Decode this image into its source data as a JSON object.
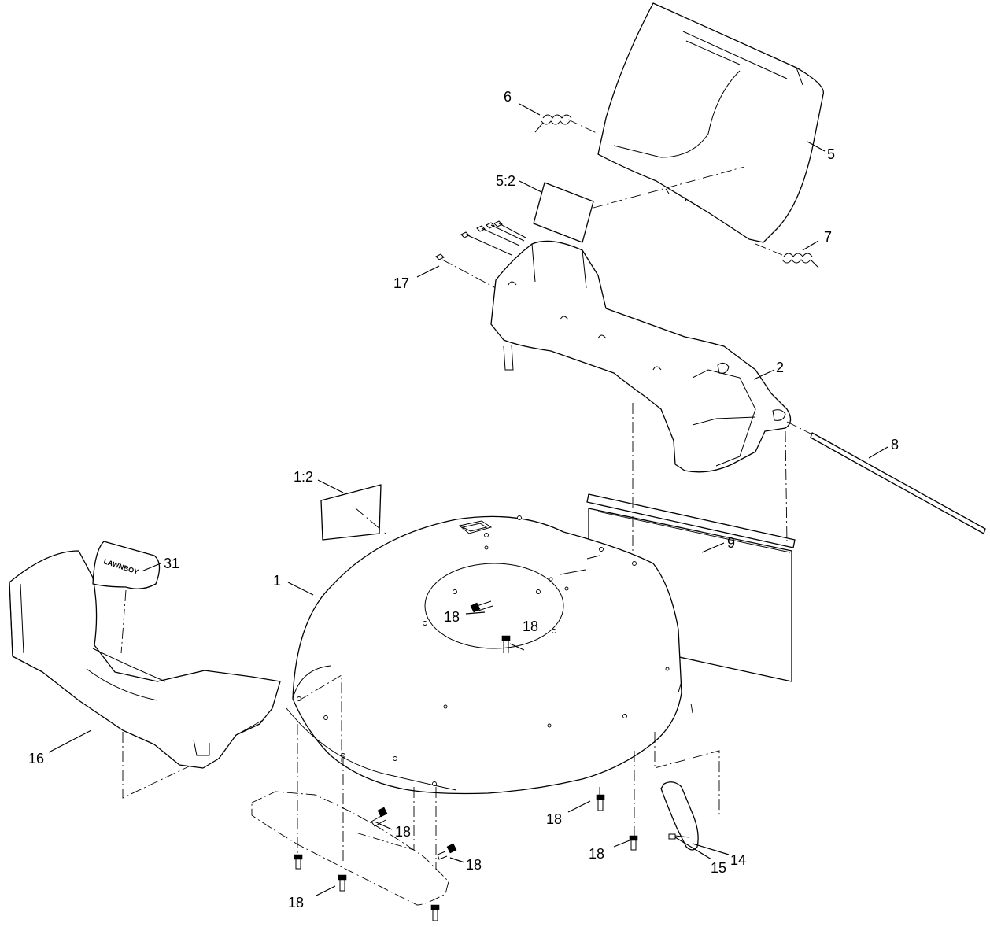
{
  "diagram": {
    "callouts": {
      "c6": "6",
      "c5": "5",
      "c52": "5:2",
      "c7": "7",
      "c17": "17",
      "c2": "2",
      "c8": "8",
      "c12": "1:2",
      "c9": "9",
      "c31": "31",
      "c1": "1",
      "c18a": "18",
      "c18b": "18",
      "c16": "16",
      "c18c": "18",
      "c18d": "18",
      "c18e": "18",
      "c18f": "18",
      "c15": "15",
      "c14": "14",
      "c18g": "18"
    },
    "decal_text": "LAWNBOY"
  }
}
